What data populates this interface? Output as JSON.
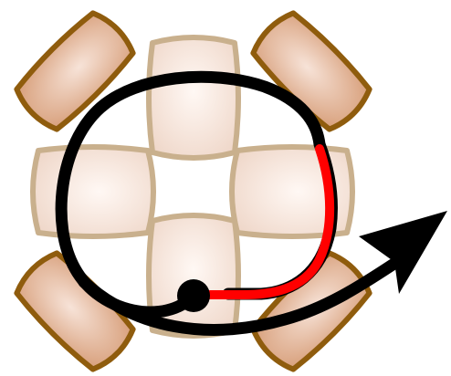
{
  "colors": {
    "background": "#ffffff",
    "diagonal_fill_center": "#f7e3d8",
    "diagonal_fill_edge": "#d8a07c",
    "diagonal_stroke": "#8f5c0d",
    "axial_fill_center": "#fff8f4",
    "axial_fill_edge": "#efd7c9",
    "axial_stroke": "#c9b08d",
    "loop_path": "#000000",
    "highlight_path": "#ff0000",
    "start_dot": "#000000",
    "arrowhead": "#000000"
  },
  "diagram": {
    "tiles": [
      {
        "name": "top-left",
        "kind": "diagonal"
      },
      {
        "name": "top-right",
        "kind": "diagonal"
      },
      {
        "name": "bottom-left",
        "kind": "diagonal"
      },
      {
        "name": "bottom-right",
        "kind": "diagonal"
      },
      {
        "name": "top",
        "kind": "axial"
      },
      {
        "name": "left",
        "kind": "axial"
      },
      {
        "name": "right",
        "kind": "axial"
      },
      {
        "name": "bottom",
        "kind": "axial"
      }
    ],
    "paths": [
      {
        "name": "black-loop",
        "color_key": "loop_path"
      },
      {
        "name": "red-segment",
        "color_key": "highlight_path"
      },
      {
        "name": "exit-arrow",
        "color_key": "arrowhead"
      }
    ]
  }
}
